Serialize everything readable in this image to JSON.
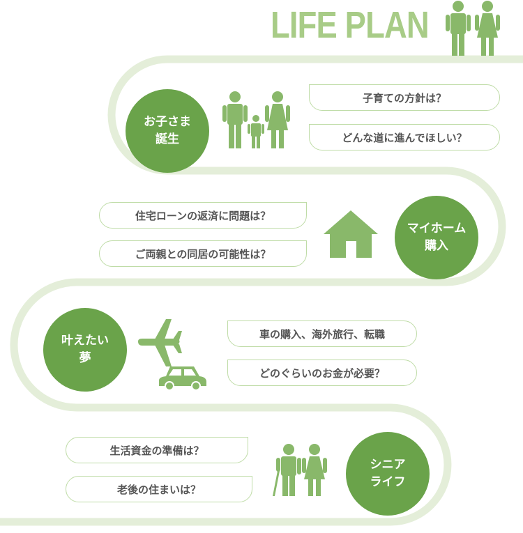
{
  "title": "LIFE PLAN",
  "colors": {
    "road": "#e4eed9",
    "accent": "#6aa34a",
    "people": "#89b86a",
    "pill_border": "#bfdca7",
    "title": "#a8cc87"
  },
  "stages": [
    {
      "label_lines": [
        "お子さま",
        "誕生"
      ],
      "icon": "family-icon",
      "questions": [
        "子育ての方針は？",
        "どんな道に進んでほしい？"
      ]
    },
    {
      "label_lines": [
        "マイホーム",
        "購入"
      ],
      "icon": "house-icon",
      "questions": [
        "住宅ローンの返済に問題は？",
        "ご両親との同居の可能性は？"
      ]
    },
    {
      "label_lines": [
        "叶えたい",
        "夢"
      ],
      "icon": "airplane-and-car-icon",
      "questions": [
        "車の購入、海外旅行、転職",
        "どのぐらいのお金が必要？"
      ]
    },
    {
      "label_lines": [
        "シニア",
        "ライフ"
      ],
      "icon": "senior-couple-icon",
      "questions": [
        "生活資金の準備は？",
        "老後の住まいは？"
      ]
    }
  ]
}
